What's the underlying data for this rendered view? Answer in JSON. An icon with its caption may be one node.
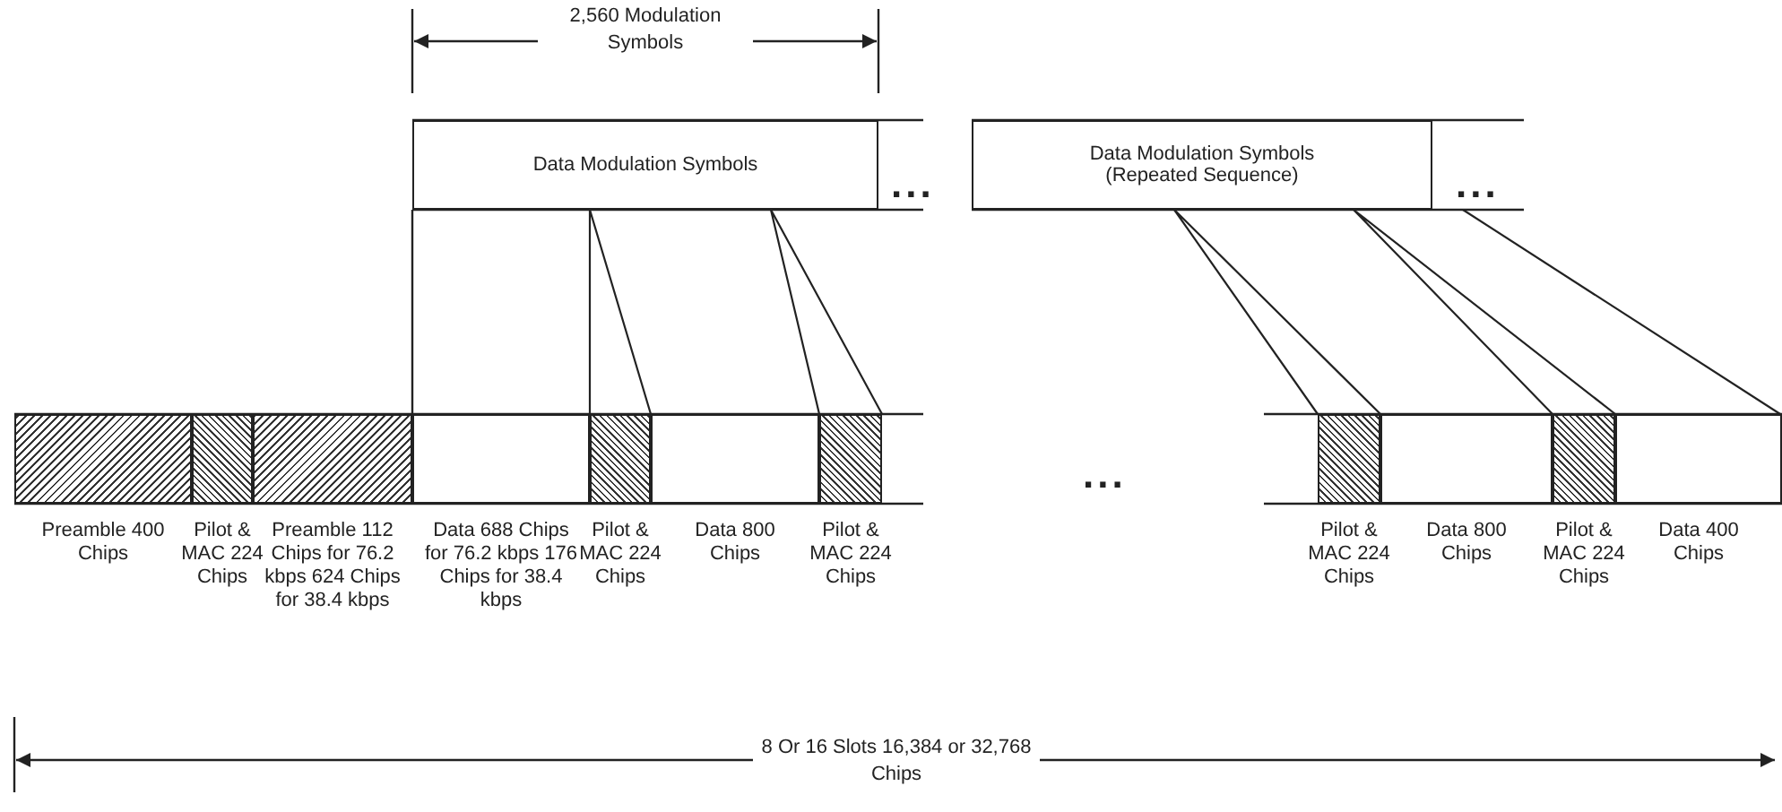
{
  "diagram": {
    "nodes": [
      {
        "text": [
          "Data Modulation Symbols"
        ]
      },
      {
        "text": [
          "Data Modulation Symbols (Repeated Sequence)"
        ]
      },
      {
        "text": [],
        "shape": "box",
        "beside": [
          "Preamble 400 Chips"
        ]
      },
      {
        "text": [],
        "shape": "box",
        "beside": [
          "Pilot & MAC 224 Chips"
        ]
      },
      {
        "text": [],
        "shape": "box",
        "beside": [
          "Preamble 112 Chips for 76.2 kbps 624 Chips for 38.4 kbps"
        ]
      },
      {
        "text": [],
        "shape": "box",
        "beside": [
          "Data 688 Chips for 76.2 kbps 176 Chips for 38.4 kbps"
        ]
      },
      {
        "text": [],
        "shape": "box",
        "beside": [
          "Pilot & MAC 224 Chips"
        ]
      },
      {
        "text": [],
        "shape": "box",
        "beside": [
          "Data 800 Chips"
        ]
      },
      {
        "text": [],
        "shape": "box",
        "beside": [
          "Pilot & MAC 224 Chips"
        ]
      },
      {
        "text": [],
        "shape": "box",
        "beside": [
          "Pilot & MAC 224 Chips"
        ]
      },
      {
        "text": [],
        "shape": "box",
        "beside": [
          "Data 800 Chips"
        ]
      },
      {
        "text": [],
        "shape": "box",
        "beside": [
          "Pilot & MAC 224 Chips"
        ]
      },
      {
        "text": [],
        "shape": "box",
        "beside": [
          "Data 400 Chips"
        ]
      }
    ],
    "edges": [
      {
        "from": 0,
        "to": 6,
        "arrow": "none"
      },
      {
        "from": 0,
        "to": 8,
        "arrow": "none"
      },
      {
        "from": 1,
        "to": 9,
        "arrow": "none"
      },
      {
        "from": 1,
        "to": 11,
        "arrow": "none"
      },
      {
        "from": 1,
        "to": 12,
        "arrow": "none"
      }
    ],
    "labels": [
      "2,560 Modulation Symbols",
      "...",
      "...",
      "...",
      "8 Or 16 Slots 16,384 or 32,768 Chips"
    ]
  }
}
